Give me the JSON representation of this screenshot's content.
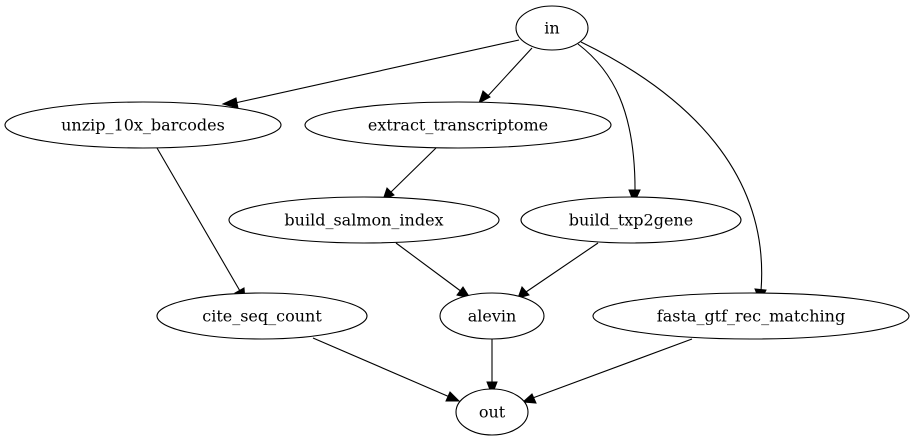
{
  "diagram": {
    "nodes": [
      {
        "id": "in",
        "label": "in"
      },
      {
        "id": "unzip_10x_barcodes",
        "label": "unzip_10x_barcodes"
      },
      {
        "id": "extract_transcriptome",
        "label": "extract_transcriptome"
      },
      {
        "id": "build_salmon_index",
        "label": "build_salmon_index"
      },
      {
        "id": "build_txp2gene",
        "label": "build_txp2gene"
      },
      {
        "id": "cite_seq_count",
        "label": "cite_seq_count"
      },
      {
        "id": "alevin",
        "label": "alevin"
      },
      {
        "id": "fasta_gtf_rec_matching",
        "label": "fasta_gtf_rec_matching"
      },
      {
        "id": "out",
        "label": "out"
      }
    ],
    "edges": [
      {
        "from": "in",
        "to": "unzip_10x_barcodes"
      },
      {
        "from": "in",
        "to": "extract_transcriptome"
      },
      {
        "from": "in",
        "to": "build_txp2gene"
      },
      {
        "from": "in",
        "to": "fasta_gtf_rec_matching"
      },
      {
        "from": "unzip_10x_barcodes",
        "to": "cite_seq_count"
      },
      {
        "from": "extract_transcriptome",
        "to": "build_salmon_index"
      },
      {
        "from": "build_salmon_index",
        "to": "alevin"
      },
      {
        "from": "build_txp2gene",
        "to": "alevin"
      },
      {
        "from": "cite_seq_count",
        "to": "out"
      },
      {
        "from": "alevin",
        "to": "out"
      },
      {
        "from": "fasta_gtf_rec_matching",
        "to": "out"
      }
    ]
  }
}
